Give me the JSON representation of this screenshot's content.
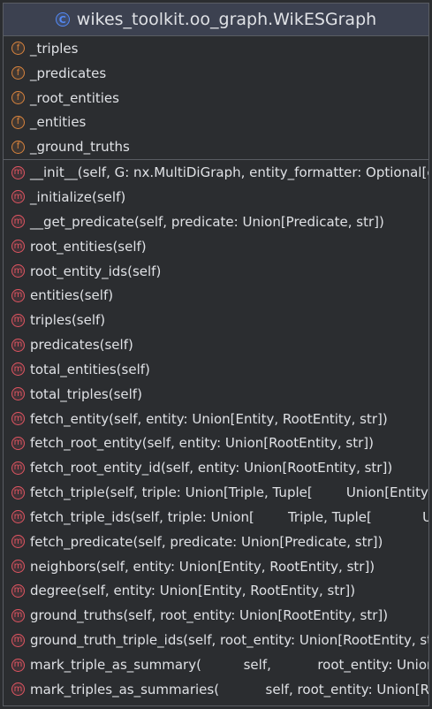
{
  "header": {
    "title": "wikes_toolkit.oo_graph.WikESGraph",
    "icon": "class-icon",
    "icon_letter": "C"
  },
  "fields": [
    {
      "label": "_triples",
      "icon": "field-icon",
      "letter": "f"
    },
    {
      "label": "_predicates",
      "icon": "field-icon",
      "letter": "f"
    },
    {
      "label": "_root_entities",
      "icon": "field-icon",
      "letter": "f"
    },
    {
      "label": "_entities",
      "icon": "field-icon",
      "letter": "f"
    },
    {
      "label": "_ground_truths",
      "icon": "field-icon",
      "letter": "f"
    }
  ],
  "methods": [
    {
      "label": "__init__(self, G: nx.MultiDiGraph, entity_formatter: Optional[ca",
      "icon": "method-icon",
      "letter": "m"
    },
    {
      "label": "_initialize(self)",
      "icon": "method-icon",
      "letter": "m"
    },
    {
      "label": "__get_predicate(self, predicate: Union[Predicate, str])",
      "icon": "method-icon",
      "letter": "m"
    },
    {
      "label": "root_entities(self)",
      "icon": "method-icon",
      "letter": "m"
    },
    {
      "label": "root_entity_ids(self)",
      "icon": "method-icon",
      "letter": "m"
    },
    {
      "label": "entities(self)",
      "icon": "method-icon",
      "letter": "m"
    },
    {
      "label": "triples(self)",
      "icon": "method-icon",
      "letter": "m"
    },
    {
      "label": "predicates(self)",
      "icon": "method-icon",
      "letter": "m"
    },
    {
      "label": "total_entities(self)",
      "icon": "method-icon",
      "letter": "m"
    },
    {
      "label": "total_triples(self)",
      "icon": "method-icon",
      "letter": "m"
    },
    {
      "label": "fetch_entity(self, entity: Union[Entity, RootEntity, str])",
      "icon": "method-icon",
      "letter": "m"
    },
    {
      "label": "fetch_root_entity(self, entity: Union[RootEntity, str])",
      "icon": "method-icon",
      "letter": "m"
    },
    {
      "label": "fetch_root_entity_id(self, entity: Union[RootEntity, str])",
      "icon": "method-icon",
      "letter": "m"
    },
    {
      "label": "fetch_triple(self, triple: Union[Triple, Tuple[        Union[Entity, ",
      "icon": "method-icon",
      "letter": "m"
    },
    {
      "label": "fetch_triple_ids(self, triple: Union[        Triple, Tuple[            Un",
      "icon": "method-icon",
      "letter": "m"
    },
    {
      "label": "fetch_predicate(self, predicate: Union[Predicate, str])",
      "icon": "method-icon",
      "letter": "m"
    },
    {
      "label": "neighbors(self, entity: Union[Entity, RootEntity, str])",
      "icon": "method-icon",
      "letter": "m"
    },
    {
      "label": "degree(self, entity: Union[Entity, RootEntity, str])",
      "icon": "method-icon",
      "letter": "m"
    },
    {
      "label": "ground_truths(self, root_entity: Union[RootEntity, str])",
      "icon": "method-icon",
      "letter": "m"
    },
    {
      "label": "ground_truth_triple_ids(self, root_entity: Union[RootEntity, st",
      "icon": "method-icon",
      "letter": "m"
    },
    {
      "label": "mark_triple_as_summary(          self,           root_entity: Union",
      "icon": "method-icon",
      "letter": "m"
    },
    {
      "label": "mark_triples_as_summaries(           self, root_entity: Union[Ro",
      "icon": "method-icon",
      "letter": "m"
    }
  ],
  "colors": {
    "background": "#2b2d30",
    "header": "#3c4150",
    "border": "#5a5d63",
    "field_icon": "#d9843e",
    "method_icon": "#e05561",
    "class_icon": "#548af7",
    "text": "#dfe1e5"
  }
}
